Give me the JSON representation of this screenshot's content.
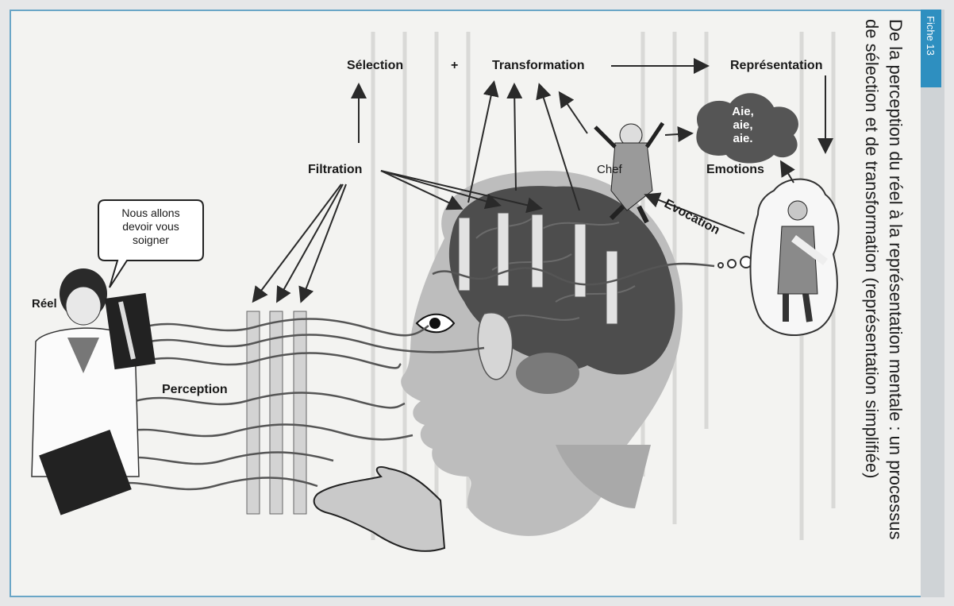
{
  "header": {
    "tab": "Fiche 13",
    "title_line1": "De la perception du réel à la représentation mentale : un processus",
    "title_line2": "de sélection et de transformation (représentation simplifiée)"
  },
  "diagram": {
    "labels": {
      "selection": "Sélection",
      "plus": "+",
      "transformation": "Transformation",
      "representation": "Représentation",
      "filtration": "Filtration",
      "chef": "Chef",
      "emotions": "Emotions",
      "evocation": "Evocation",
      "reel": "Réel",
      "perception": "Perception"
    },
    "speech_bubble": [
      "Nous allons",
      "devoir vous",
      "soigner"
    ],
    "thought_bubble": [
      "Aie,",
      "aie,",
      "aie."
    ]
  },
  "colors": {
    "tab_blue": "#2e8fc0",
    "border_blue": "#6aa6c7",
    "brain_dark": "#4d4d4d",
    "head_gray": "#b9b9b9",
    "filter_bar": "#d3d3d3"
  }
}
